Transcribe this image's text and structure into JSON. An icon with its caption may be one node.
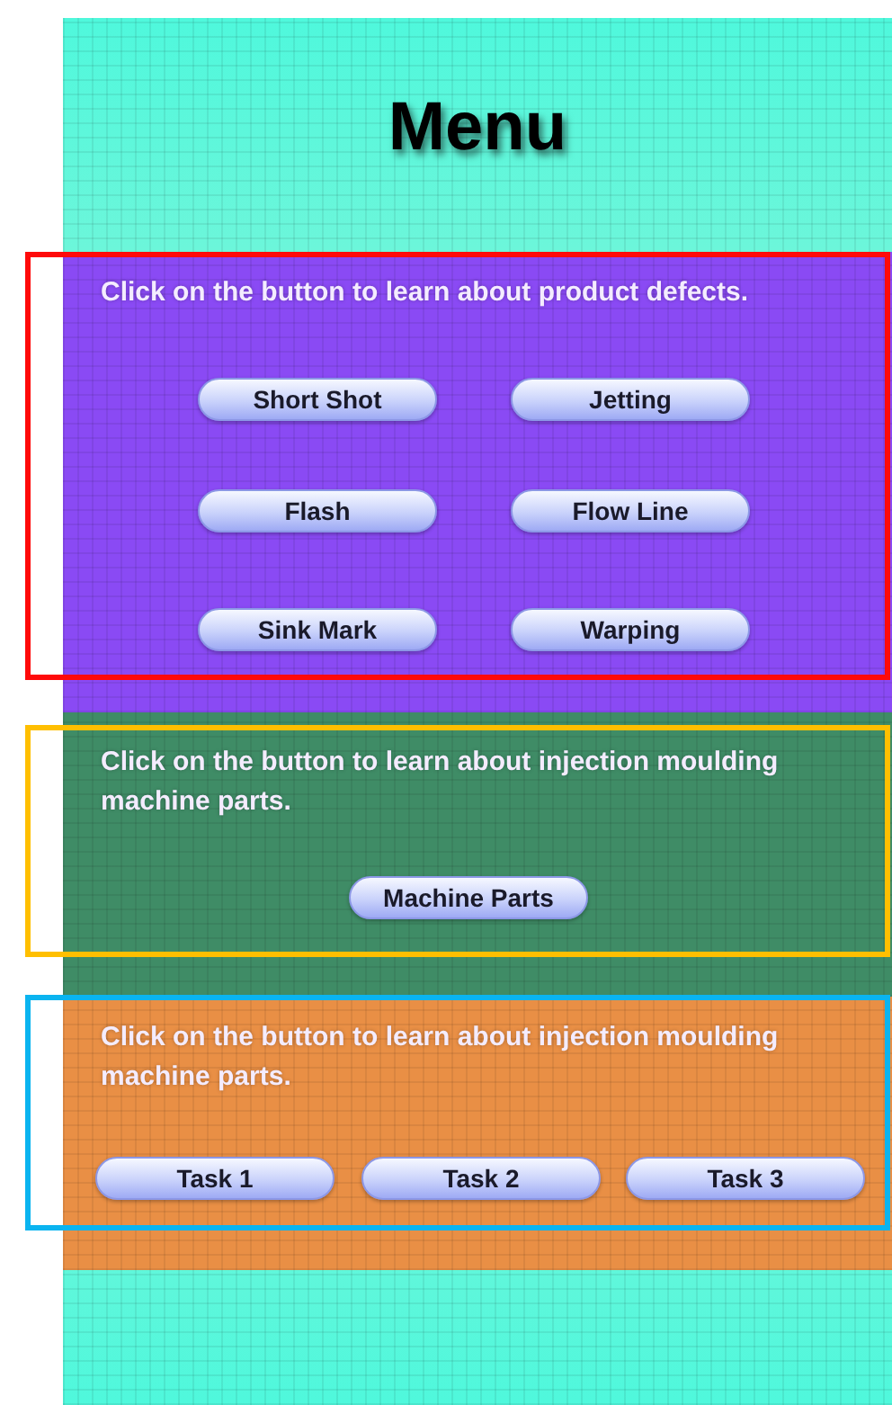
{
  "diagram": {
    "title": "Menu",
    "nodes": [
      {
        "text": [
          "Click on the button to learn about product defects."
        ]
      },
      {
        "text": [
          "Short Shot"
        ],
        "in": 0
      },
      {
        "text": [
          "Jetting"
        ],
        "in": 0
      },
      {
        "text": [
          "Flash"
        ],
        "in": 0
      },
      {
        "text": [
          "Flow Line"
        ],
        "in": 0
      },
      {
        "text": [
          "Sink Mark"
        ],
        "in": 0
      },
      {
        "text": [
          "Warping"
        ],
        "in": 0
      },
      {
        "text": [
          "Click on the button to learn about injection moulding machine parts."
        ]
      },
      {
        "text": [
          "Machine Parts"
        ],
        "in": 7
      },
      {
        "text": [
          "Click on the button to learn about injection moulding machine parts."
        ]
      },
      {
        "text": [
          "Task 1"
        ],
        "in": 9
      },
      {
        "text": [
          "Task 2"
        ],
        "in": 9
      },
      {
        "text": [
          "Task 3"
        ],
        "in": 9
      }
    ]
  }
}
